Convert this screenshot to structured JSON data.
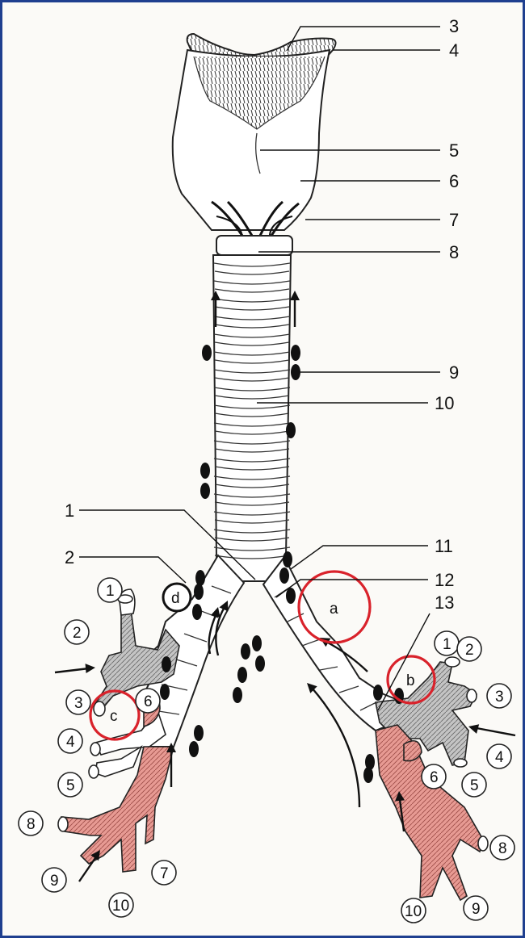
{
  "diagram": {
    "structure_labels": [
      "3",
      "4",
      "5",
      "6",
      "7",
      "8",
      "9",
      "10",
      "1",
      "11",
      "2",
      "12",
      "13"
    ],
    "right_lung_segments": [
      "1",
      "2",
      "3",
      "4",
      "5",
      "6",
      "7",
      "8",
      "9",
      "10"
    ],
    "left_lung_segments": [
      "1",
      "2",
      "3",
      "4",
      "5",
      "6",
      "8",
      "9",
      "10"
    ],
    "region_markers": [
      "a",
      "b",
      "c",
      "d"
    ],
    "colors": {
      "frame": "#1f3f8f",
      "lower_lobe_fill": "#e79a93",
      "upper_lobe_fill": "#c4c4c4",
      "highlight_circle": "#d9222b",
      "lymph_node": "#111111"
    }
  }
}
